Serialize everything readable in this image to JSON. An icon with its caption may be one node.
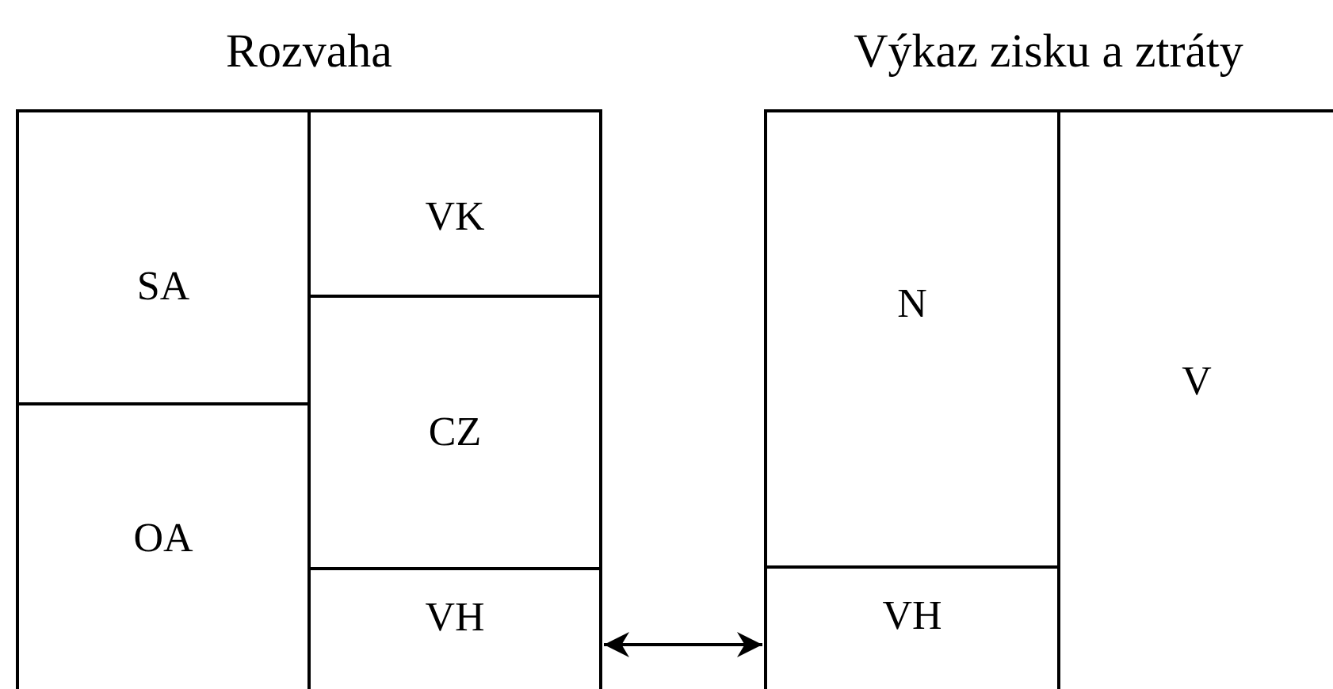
{
  "diagram": {
    "nodes": [
      {
        "text": [
          "Rozvaha"
        ]
      },
      {
        "text": [
          "SA"
        ],
        "in": 0
      },
      {
        "text": [
          "OA"
        ],
        "in": 0
      },
      {
        "text": [
          "VK"
        ],
        "in": 0
      },
      {
        "text": [
          "CZ"
        ],
        "in": 0
      },
      {
        "text": [
          "VH"
        ],
        "in": 0
      },
      {
        "text": [
          "Výkaz zisku a ztráty"
        ]
      },
      {
        "text": [
          "N"
        ],
        "in": 6
      },
      {
        "text": [
          "VH"
        ],
        "in": 6
      },
      {
        "text": [
          "V"
        ],
        "in": 6
      }
    ],
    "edges": [
      {
        "from": 5,
        "to": 8,
        "arrow": "both"
      }
    ]
  }
}
